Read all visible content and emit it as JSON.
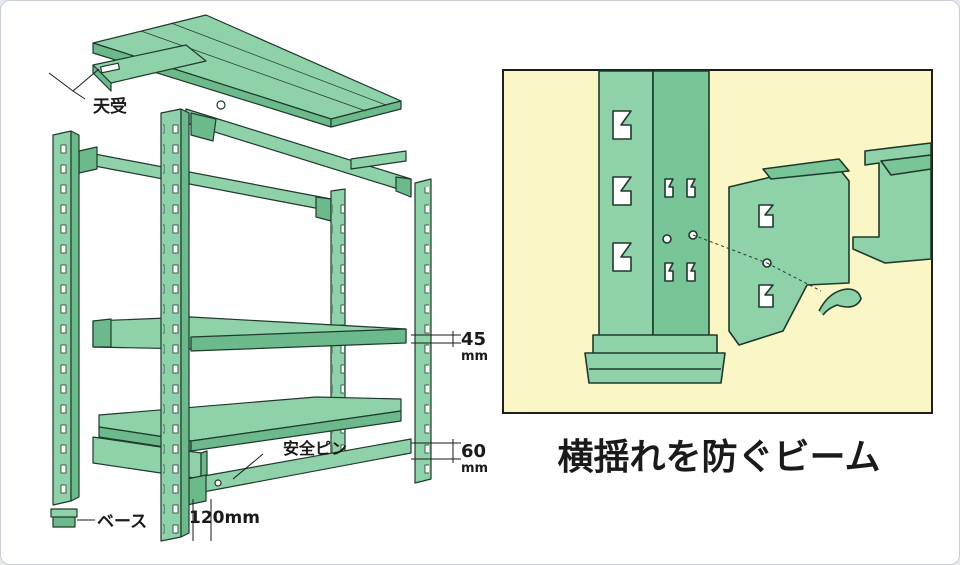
{
  "labels": {
    "top_support": "天受",
    "base": "ベース",
    "safety_pin": "安全ピン",
    "dim_shelf_height_1": "45",
    "dim_unit_1": "mm",
    "dim_shelf_height_2": "60",
    "dim_unit_2": "mm",
    "dim_bottom": "120mm"
  },
  "detail": {
    "caption": "横揺れを防ぐビーム"
  },
  "colors": {
    "steel_green": "#8fd1a8",
    "steel_green_dark": "#6cb98b",
    "outline": "#1f3a2c",
    "detail_bg": "#fbf6c6",
    "detail_border": "#1e1e1e"
  }
}
